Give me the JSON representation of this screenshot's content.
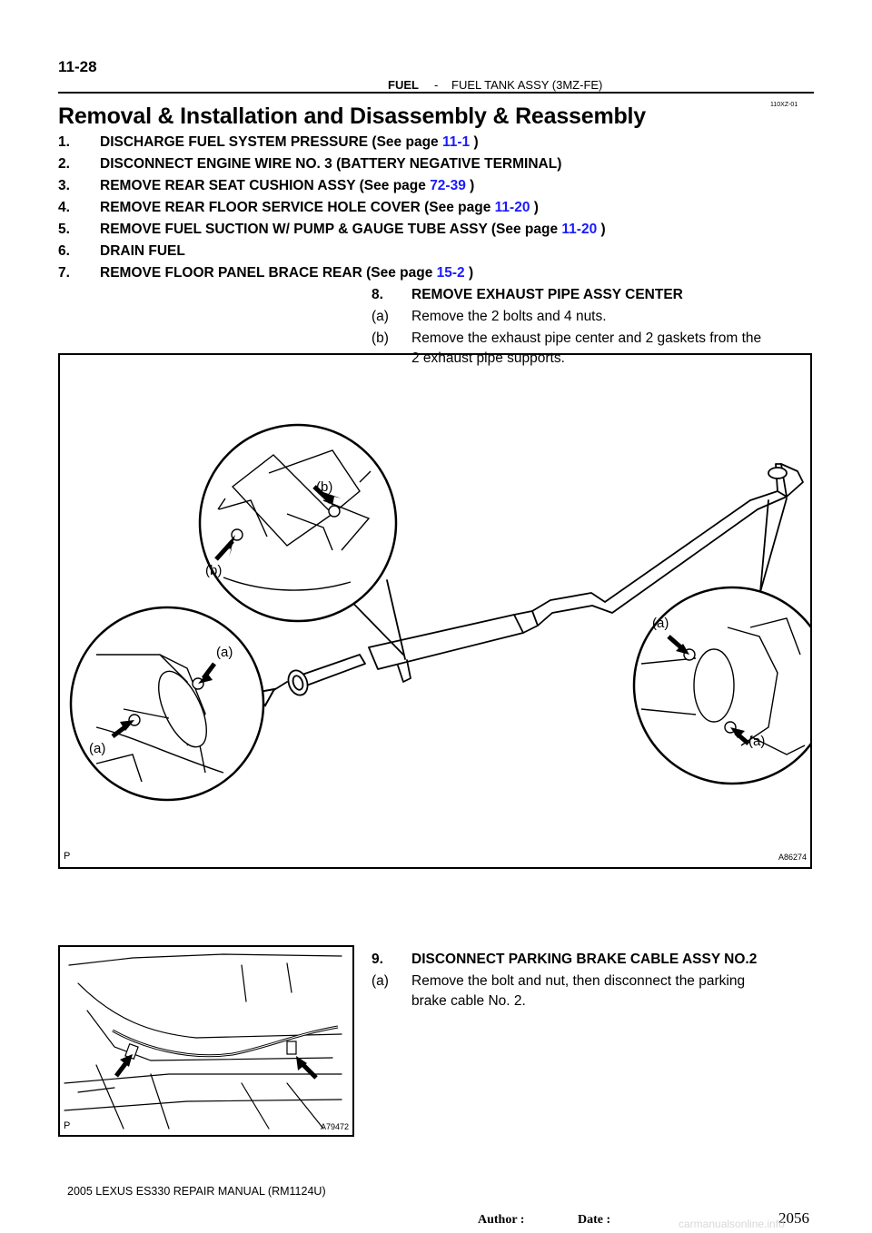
{
  "header": {
    "page_number": "11-28",
    "section": "FUEL",
    "dash": "-",
    "subsection": "FUEL TANK ASSY (3MZ-FE)",
    "doc_code": "110XZ-01"
  },
  "title": "Removal & Installation and Disassembly & Reassembly",
  "steps": [
    {
      "num": "1.",
      "text": "DISCHARGE FUEL SYSTEM PRESSURE (See page ",
      "link": "11-1",
      "tail": " )"
    },
    {
      "num": "2.",
      "text": "DISCONNECT ENGINE WIRE NO. 3 (BATTERY NEGATIVE TERMINAL)",
      "link": "",
      "tail": ""
    },
    {
      "num": "3.",
      "text": "REMOVE REAR SEAT CUSHION ASSY (See page ",
      "link": "72-39",
      "tail": " )"
    },
    {
      "num": "4.",
      "text": "REMOVE REAR FLOOR SERVICE HOLE COVER (See page ",
      "link": "11-20",
      "tail": " )"
    },
    {
      "num": "5.",
      "text": "REMOVE FUEL SUCTION W/ PUMP & GAUGE TUBE ASSY (See page ",
      "link": "11-20",
      "tail": " )"
    },
    {
      "num": "6.",
      "text": "DRAIN FUEL",
      "link": "",
      "tail": ""
    },
    {
      "num": "7.",
      "text": "REMOVE FLOOR PANEL BRACE REAR (See page ",
      "link": "15-2",
      "tail": " )"
    }
  ],
  "step8": {
    "num": "8.",
    "text": "REMOVE EXHAUST PIPE ASSY CENTER",
    "a_num": "(a)",
    "a_text": "Remove the 2 bolts and 4 nuts.",
    "b_num": "(b)",
    "b_text_1": "Remove the exhaust pipe center and 2 gaskets from the",
    "b_text_2": "2 exhaust pipe supports."
  },
  "figure1": {
    "code": "A86274",
    "corner_mark": "P",
    "callouts": {
      "a": "(a)",
      "b": "(b)"
    }
  },
  "step9": {
    "num": "9.",
    "text": "DISCONNECT PARKING BRAKE CABLE ASSY NO.2",
    "a_num": "(a)",
    "a_text_1": "Remove the bolt and nut, then disconnect the parking",
    "a_text_2": "brake cable No. 2."
  },
  "figure2": {
    "code": "A79472",
    "corner_mark": "P"
  },
  "footer": {
    "manual": "2005 LEXUS ES330 REPAIR MANUAL   (RM1124U)",
    "author_label": "Author :",
    "date_label": "Date :",
    "page": "2056",
    "site": "carmanualsonline.info"
  }
}
